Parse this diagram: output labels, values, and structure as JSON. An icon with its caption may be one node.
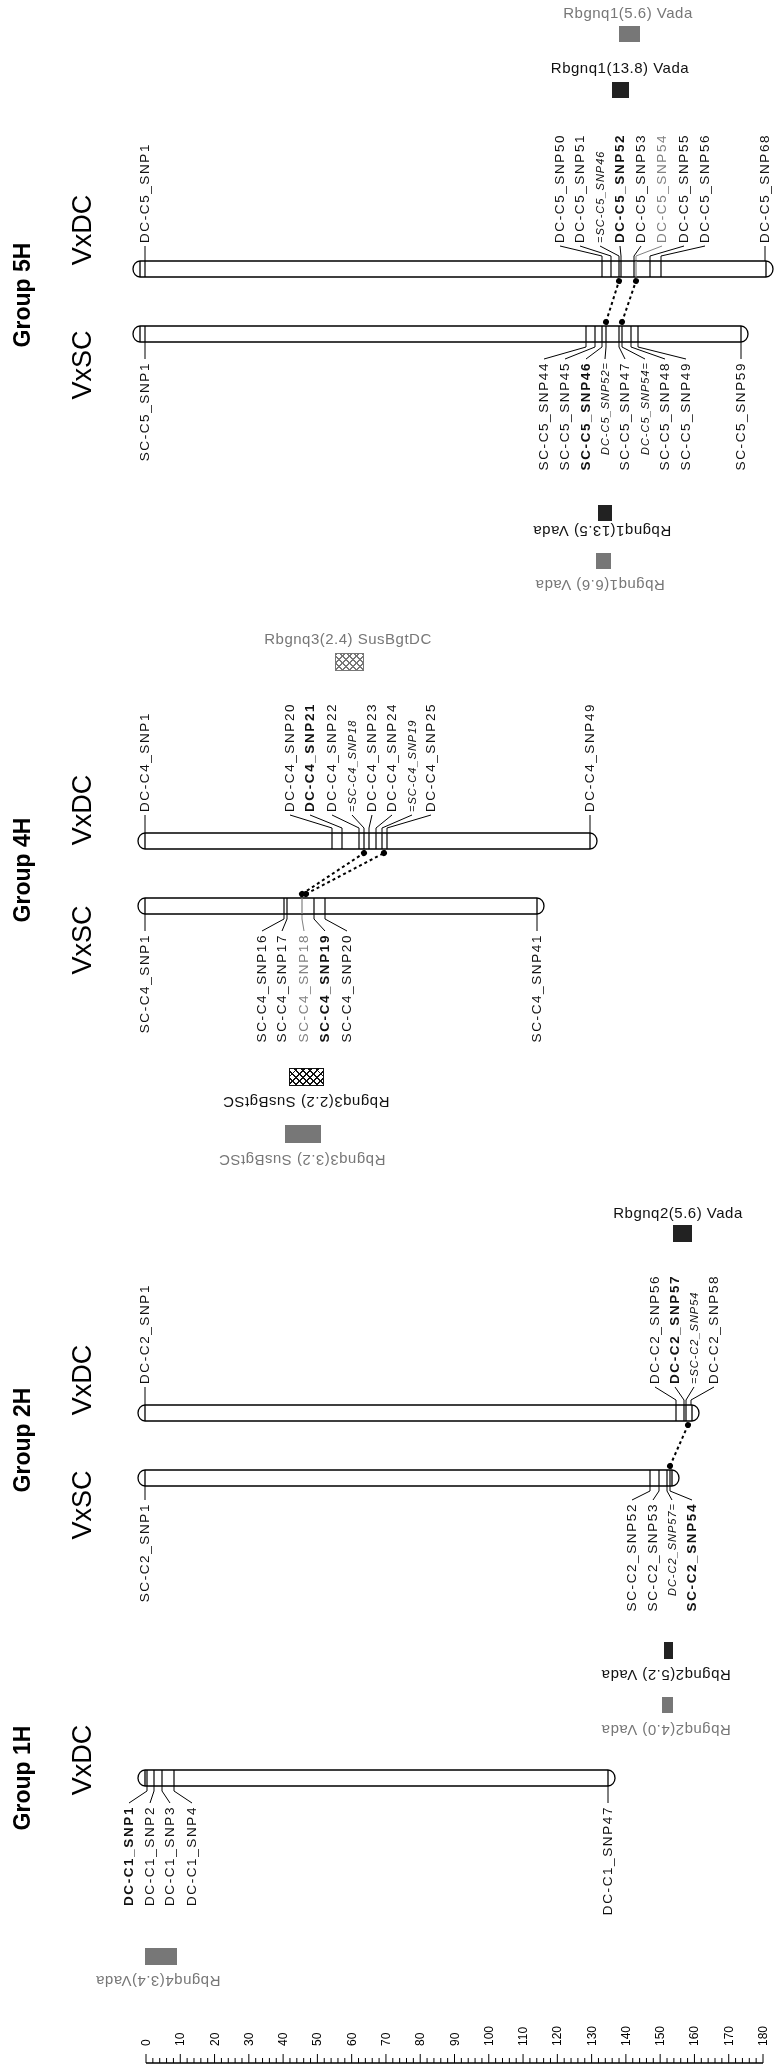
{
  "diagram": {
    "nodes": [
      {
        "text": [
          "Rbgnq1(5.6) Vada"
        ]
      },
      {
        "text": [
          "Rbgnq1(13.8) Vada"
        ]
      },
      {
        "text": [],
        "shape": "bar"
      },
      {
        "text": [
          "DC-C5_SNP1"
        ]
      },
      {
        "text": [
          "DC-C5_SNP50"
        ]
      },
      {
        "text": [
          "DC-C5_SNP51"
        ]
      },
      {
        "text": [
          "=SC-C5_SNP46"
        ]
      },
      {
        "text": [
          "DC-C5_SNP52"
        ]
      },
      {
        "text": [
          "DC-C5_SNP53"
        ]
      },
      {
        "text": [
          "DC-C5_SNP54"
        ]
      },
      {
        "text": [
          "DC-C5_SNP55"
        ]
      },
      {
        "text": [
          "DC-C5_SNP56"
        ]
      },
      {
        "text": [
          "DC-C5_SNP68"
        ]
      },
      {
        "text": [],
        "shape": "bar"
      },
      {
        "text": [
          "SC-C5_SNP1"
        ]
      },
      {
        "text": [
          "SC-C5_SNP44"
        ]
      },
      {
        "text": [
          "SC-C5_SNP45"
        ]
      },
      {
        "text": [
          "SC-C5_SNP46"
        ]
      },
      {
        "text": [
          "DC-C5_SNP52="
        ]
      },
      {
        "text": [
          "SC-C5_SNP47"
        ]
      },
      {
        "text": [
          "DC-C5_SNP54="
        ]
      },
      {
        "text": [
          "SC-C5_SNP48"
        ]
      },
      {
        "text": [
          "SC-C5_SNP49"
        ]
      },
      {
        "text": [
          "SC-C5_SNP59"
        ]
      },
      {
        "text": [
          "Rbgnq1(13.5) Vada"
        ]
      },
      {
        "text": [
          "Rbgnq1(6.6) Vada"
        ]
      },
      {
        "text": [
          "Rbgnq3(2.4) SusBgtDC"
        ]
      },
      {
        "text": [],
        "shape": "bar"
      },
      {
        "text": [
          "DC-C4_SNP1"
        ]
      },
      {
        "text": [
          "DC-C4_SNP20"
        ]
      },
      {
        "text": [
          "DC-C4_SNP21"
        ]
      },
      {
        "text": [
          "DC-C4_SNP22"
        ]
      },
      {
        "text": [
          "=SC-C4_SNP18"
        ]
      },
      {
        "text": [
          "DC-C4_SNP23"
        ]
      },
      {
        "text": [
          "DC-C4_SNP24"
        ]
      },
      {
        "text": [
          "=SC-C4_SNP19"
        ]
      },
      {
        "text": [
          "DC-C4_SNP25"
        ]
      },
      {
        "text": [
          "DC-C4_SNP49"
        ]
      },
      {
        "text": [],
        "shape": "bar"
      },
      {
        "text": [
          "SC-C4_SNP1"
        ]
      },
      {
        "text": [
          "SC-C4_SNP16"
        ]
      },
      {
        "text": [
          "SC-C4_SNP17"
        ]
      },
      {
        "text": [
          "SC-C4_SNP18"
        ]
      },
      {
        "text": [
          "SC-C4_SNP19"
        ]
      },
      {
        "text": [
          "SC-C4_SNP20"
        ]
      },
      {
        "text": [
          "SC-C4_SNP41"
        ]
      },
      {
        "text": [
          "Rbgnq3(2.2) SusBgtSC"
        ]
      },
      {
        "text": [
          "Rbgnq3(3.2) SusBgtSC"
        ]
      },
      {
        "text": [
          "Rbgnq2(5.6) Vada"
        ]
      },
      {
        "text": [],
        "shape": "bar"
      },
      {
        "text": [
          "DC-C2_SNP1"
        ]
      },
      {
        "text": [
          "DC-C2_SNP56"
        ]
      },
      {
        "text": [
          "DC-C2_SNP57"
        ]
      },
      {
        "text": [
          "=SC-C2_SNP54"
        ]
      },
      {
        "text": [
          "DC-C2_SNP58"
        ]
      },
      {
        "text": [],
        "shape": "bar"
      },
      {
        "text": [
          "SC-C2_SNP1"
        ]
      },
      {
        "text": [
          "SC-C2_SNP52"
        ]
      },
      {
        "text": [
          "SC-C2_SNP53"
        ]
      },
      {
        "text": [
          "DC-C2_SNP57="
        ]
      },
      {
        "text": [
          "SC-C2_SNP54"
        ]
      },
      {
        "text": [
          "Rbgnq2(5.2) Vada"
        ]
      },
      {
        "text": [
          "Rbgnq2(4.0) Vada"
        ]
      },
      {
        "text": [],
        "shape": "bar"
      },
      {
        "text": [
          "DC-C1_SNP1"
        ]
      },
      {
        "text": [
          "DC-C1_SNP2"
        ]
      },
      {
        "text": [
          "DC-C1_SNP3"
        ]
      },
      {
        "text": [
          "DC-C1_SNP4"
        ]
      },
      {
        "text": [
          "DC-C1_SNP47"
        ]
      },
      {
        "text": [
          "Rbgnq4(3.4)Vada"
        ]
      }
    ],
    "edges": [
      {
        "from": 3,
        "to": 2,
        "arrow": "none"
      },
      {
        "from": 4,
        "to": 2,
        "arrow": "none"
      },
      {
        "from": 5,
        "to": 2,
        "arrow": "none"
      },
      {
        "from": 6,
        "to": 2,
        "arrow": "none"
      },
      {
        "from": 7,
        "to": 2,
        "arrow": "none"
      },
      {
        "from": 8,
        "to": 2,
        "arrow": "none"
      },
      {
        "from": 9,
        "to": 2,
        "arrow": "none",
        "color": "#808080"
      },
      {
        "from": 10,
        "to": 2,
        "arrow": "none"
      },
      {
        "from": 11,
        "to": 2,
        "arrow": "none"
      },
      {
        "from": 12,
        "to": 2,
        "arrow": "none"
      },
      {
        "from": 14,
        "to": 13,
        "arrow": "none"
      },
      {
        "from": 15,
        "to": 13,
        "arrow": "none"
      },
      {
        "from": 16,
        "to": 13,
        "arrow": "none"
      },
      {
        "from": 17,
        "to": 13,
        "arrow": "none"
      },
      {
        "from": 18,
        "to": 13,
        "arrow": "none"
      },
      {
        "from": 19,
        "to": 13,
        "arrow": "none"
      },
      {
        "from": 20,
        "to": 13,
        "arrow": "none"
      },
      {
        "from": 21,
        "to": 13,
        "arrow": "none"
      },
      {
        "from": 22,
        "to": 13,
        "arrow": "none"
      },
      {
        "from": 23,
        "to": 13,
        "arrow": "none"
      },
      {
        "from": 28,
        "to": 27,
        "arrow": "none"
      },
      {
        "from": 29,
        "to": 27,
        "arrow": "none"
      },
      {
        "from": 30,
        "to": 27,
        "arrow": "none"
      },
      {
        "from": 31,
        "to": 27,
        "arrow": "none"
      },
      {
        "from": 32,
        "to": 27,
        "arrow": "none"
      },
      {
        "from": 33,
        "to": 27,
        "arrow": "none"
      },
      {
        "from": 34,
        "to": 27,
        "arrow": "none"
      },
      {
        "from": 35,
        "to": 27,
        "arrow": "none"
      },
      {
        "from": 36,
        "to": 27,
        "arrow": "none"
      },
      {
        "from": 37,
        "to": 27,
        "arrow": "none"
      },
      {
        "from": 39,
        "to": 38,
        "arrow": "none"
      },
      {
        "from": 40,
        "to": 38,
        "arrow": "none"
      },
      {
        "from": 41,
        "to": 38,
        "arrow": "none"
      },
      {
        "from": 42,
        "to": 38,
        "arrow": "none",
        "color": "#808080"
      },
      {
        "from": 43,
        "to": 38,
        "arrow": "none"
      },
      {
        "from": 44,
        "to": 38,
        "arrow": "none"
      },
      {
        "from": 45,
        "to": 38,
        "arrow": "none"
      },
      {
        "from": 50,
        "to": 49,
        "arrow": "none"
      },
      {
        "from": 51,
        "to": 49,
        "arrow": "none"
      },
      {
        "from": 52,
        "to": 49,
        "arrow": "none"
      },
      {
        "from": 53,
        "to": 49,
        "arrow": "none"
      },
      {
        "from": 54,
        "to": 49,
        "arrow": "none"
      },
      {
        "from": 56,
        "to": 55,
        "arrow": "none"
      },
      {
        "from": 57,
        "to": 55,
        "arrow": "none"
      },
      {
        "from": 58,
        "to": 55,
        "arrow": "none"
      },
      {
        "from": 59,
        "to": 55,
        "arrow": "none"
      },
      {
        "from": 60,
        "to": 55,
        "arrow": "none"
      },
      {
        "from": 64,
        "to": 63,
        "arrow": "none"
      },
      {
        "from": 65,
        "to": 63,
        "arrow": "none"
      },
      {
        "from": 66,
        "to": 63,
        "arrow": "none"
      },
      {
        "from": 67,
        "to": 63,
        "arrow": "none"
      },
      {
        "from": 68,
        "to": 63,
        "arrow": "none"
      },
      {
        "from": 13,
        "to": 2,
        "arrow": "other",
        "style": "dashed"
      },
      {
        "from": 13,
        "to": 2,
        "arrow": "other",
        "style": "dashed"
      },
      {
        "from": 38,
        "to": 27,
        "arrow": "other",
        "style": "dashed"
      },
      {
        "from": 38,
        "to": 27,
        "arrow": "other",
        "style": "dashed"
      },
      {
        "from": 55,
        "to": 49,
        "arrow": "other",
        "style": "dashed"
      }
    ],
    "labels": [
      "Group 5H",
      "VxDC",
      "VxSC",
      "Group 4H",
      "VxDC",
      "VxSC",
      "Group 2H",
      "VxDC",
      "VxSC",
      "Group 1H",
      "VxDC",
      "0",
      "10",
      "20",
      "30",
      "40",
      "50",
      "60",
      "70",
      "80",
      "90",
      "100",
      "110",
      "120",
      "130",
      "140",
      "150",
      "160",
      "170",
      "180"
    ]
  }
}
